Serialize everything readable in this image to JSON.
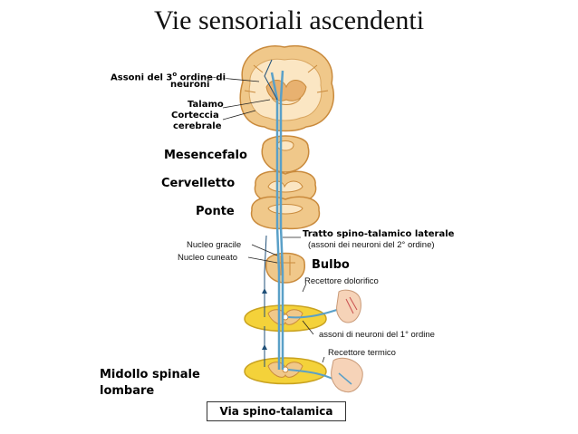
{
  "title": "Vie sensoriali ascendenti",
  "labels": {
    "axons_3rd_line1": "Assoni del 3",
    "axons_3rd_sup": "o",
    "axons_3rd_line1_end": " ordine di",
    "axons_3rd_line2": "neuroni",
    "thalamus": "Talamo",
    "cortex_line1": "Corteccia",
    "cortex_line2": "cerebrale",
    "midbrain": "Mesencefalo",
    "cerebellum": "Cervelletto",
    "pons": "Ponte",
    "lateral_tract": "Tratto spino-talamico laterale",
    "lateral_tract_sub": "(assoni dei neuroni del 2° ordine)",
    "nucleus_gracilis": "Nucleo gracile",
    "nucleus_cuneatus": "Nucleo cuneato",
    "medulla": "Bulbo",
    "pain_receptor": "Recettore dolorifico",
    "first_order_axons": "assoni di neuroni del 1° ordine",
    "thermal_receptor": "Recettore termico",
    "lumbar_line1": "Midollo spinale",
    "lumbar_line2": "lombare"
  },
  "caption": "Via spino-talamica",
  "colors": {
    "tissue": "#f0c88a",
    "tissue_dark": "#c98a3c",
    "tissue_light": "#fbe6c3",
    "pathway": "#5aa0c8",
    "pathway_dark": "#1f4f78",
    "spinal_yellow": "#f4d23a",
    "skin": "#f6d3b8"
  }
}
